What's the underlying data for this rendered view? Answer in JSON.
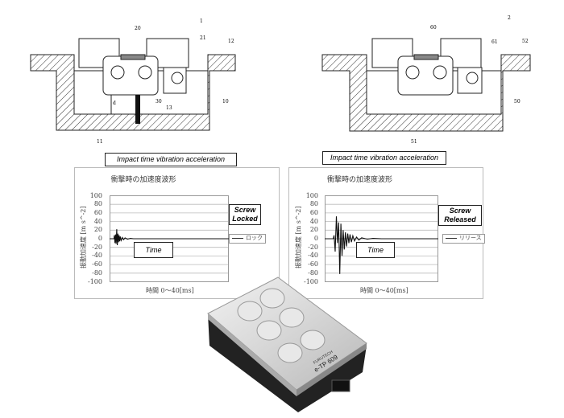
{
  "diagrams": [
    {
      "labels": {
        "fig": "1",
        "cover": "20",
        "flange": "21",
        "floor": "12",
        "box": "10",
        "cavity": "11",
        "screw": "30",
        "rod": "13",
        "d": "d"
      }
    },
    {
      "labels": {
        "fig": "2",
        "cover": "60",
        "flange": "61",
        "floor": "52",
        "box": "50",
        "cavity": "51"
      }
    }
  ],
  "product": {
    "brand": "FURUTECH",
    "model": "e-TP 609"
  },
  "chart_data": [
    {
      "type": "line",
      "caption": "Impact time vibration acceleration",
      "title": "衝撃時の加速度波形",
      "xlabel": "時間  0〜40[ms]",
      "ylabel": "振動加速度 [m s^-2]",
      "xlim": [
        0,
        40
      ],
      "ylim": [
        -100,
        100
      ],
      "yticks": [
        "100",
        "80",
        "60",
        "40",
        "20",
        "0",
        "-20",
        "-40",
        "-60",
        "-80",
        "-100"
      ],
      "grid": true,
      "legend": "right",
      "annotation": "Screw Locked",
      "time_label": "Time",
      "series": [
        {
          "name": "ロック",
          "points": [
            [
              0,
              0
            ],
            [
              1.5,
              0
            ],
            [
              1.6,
              8
            ],
            [
              1.8,
              -10
            ],
            [
              2.0,
              10
            ],
            [
              2.2,
              -12
            ],
            [
              2.4,
              22
            ],
            [
              2.6,
              -15
            ],
            [
              2.8,
              12
            ],
            [
              3.0,
              -8
            ],
            [
              3.2,
              8
            ],
            [
              3.4,
              -6
            ],
            [
              3.6,
              5
            ],
            [
              3.9,
              -4
            ],
            [
              4.3,
              3
            ],
            [
              4.7,
              -2
            ],
            [
              5.2,
              2
            ],
            [
              6,
              -1
            ],
            [
              7,
              1
            ],
            [
              8,
              0
            ],
            [
              40,
              0
            ]
          ]
        }
      ]
    },
    {
      "type": "line",
      "caption": "Impact time vibration acceleration",
      "title": "衝撃時の加速度波形",
      "xlabel": "時間  0〜40[ms]",
      "ylabel": "振動加速度 [m s^-2]",
      "xlim": [
        0,
        40
      ],
      "ylim": [
        -100,
        100
      ],
      "yticks": [
        "100",
        "80",
        "60",
        "40",
        "20",
        "0",
        "-20",
        "-40",
        "-60",
        "-80",
        "-100"
      ],
      "grid": true,
      "legend": "right",
      "annotation": "Screw Released",
      "time_label": "Time",
      "series": [
        {
          "name": "リリース",
          "points": [
            [
              0,
              0
            ],
            [
              3,
              0
            ],
            [
              3.3,
              8
            ],
            [
              3.7,
              -30
            ],
            [
              4.1,
              52
            ],
            [
              4.5,
              -10
            ],
            [
              4.9,
              38
            ],
            [
              5.3,
              -82
            ],
            [
              5.7,
              35
            ],
            [
              6.1,
              -40
            ],
            [
              6.5,
              20
            ],
            [
              6.9,
              -25
            ],
            [
              7.3,
              15
            ],
            [
              7.7,
              -18
            ],
            [
              8.1,
              12
            ],
            [
              8.5,
              -10
            ],
            [
              8.9,
              10
            ],
            [
              9.4,
              -8
            ],
            [
              9.9,
              7
            ],
            [
              10.5,
              -5
            ],
            [
              11.2,
              4
            ],
            [
              12,
              -3
            ],
            [
              13,
              2
            ],
            [
              15,
              -1
            ],
            [
              17,
              1
            ],
            [
              20,
              0
            ],
            [
              40,
              0
            ]
          ]
        }
      ]
    }
  ]
}
